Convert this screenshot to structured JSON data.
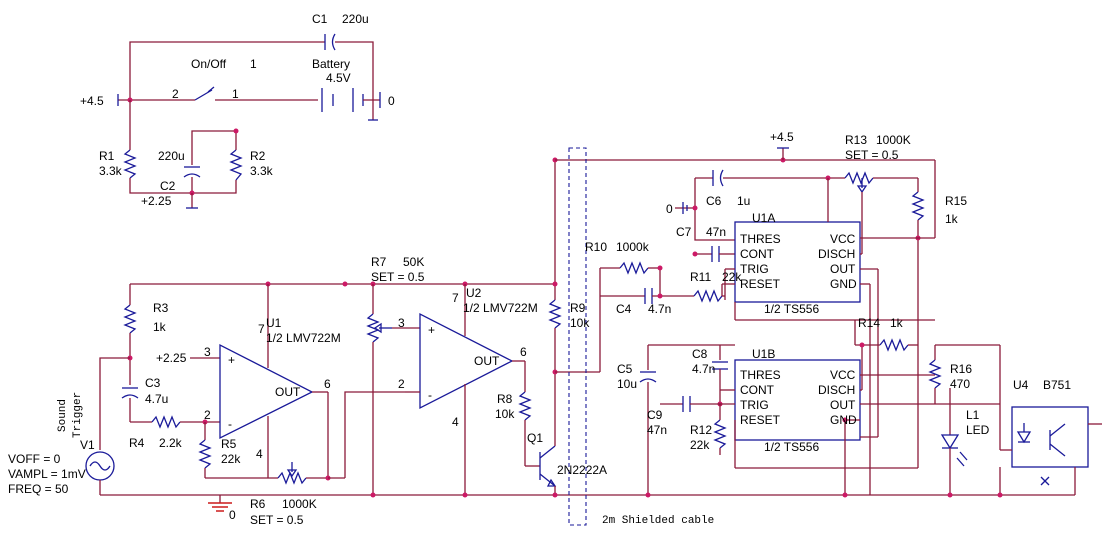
{
  "labels": {
    "c1_ref": "C1",
    "c1_val": "220u",
    "switch_name": "On/Off",
    "switch_pin_top": "1",
    "sw_pin2": "2",
    "sw_pin1": "1",
    "battery_name": "Battery",
    "battery_val": "4.5V",
    "batt_gnd": "0",
    "vplus_left": "+4.5",
    "r1_ref": "R1",
    "r1_val": "3.3k",
    "c2_val": "220u",
    "c2_ref": "C2",
    "bias_net": "+2.25",
    "r2_ref": "R2",
    "r2_val": "3.3k",
    "vplus_right": "+4.5",
    "r13_ref": "R13",
    "r13_val": "1000K",
    "r13_set": "SET = 0.5",
    "c6_ref": "C6",
    "c6_val": "1u",
    "c6_gnd": "0",
    "r15_ref": "R15",
    "r15_val": "1k",
    "c7_ref": "C7",
    "c7_val": "47n",
    "u1a_ref": "U1A",
    "u1a_part": "1/2 TS556",
    "pin_thres": "THRES",
    "pin_vcc": "VCC",
    "pin_cont": "CONT",
    "pin_disch": "DISCH",
    "pin_trig": "TRIG",
    "pin_out": "OUT",
    "pin_reset": "RESET",
    "pin_gnd": "GND",
    "r10_ref": "R10",
    "r10_val": "1000k",
    "r11_ref": "R11",
    "r11_val": "22k",
    "c4_ref": "C4",
    "c4_val": "4.7n",
    "r7_ref": "R7",
    "r7_val": "50K",
    "r7_set": "SET = 0.5",
    "u2_ref": "U2",
    "u2_part": "1/2 LMV722M",
    "r9_ref": "R9",
    "r9_val": "10k",
    "r3_ref": "R3",
    "r3_val": "1k",
    "u1_ref": "U1",
    "u1_part": "1/2 LMV722M",
    "r14_ref": "R14",
    "r14_val": "1k",
    "u1b_ref": "U1B",
    "u1b_part": "1/2 TS556",
    "c5_ref": "C5",
    "c5_val": "10u",
    "c8_ref": "C8",
    "c8_val": "4.7n",
    "c9_ref": "C9",
    "c9_val": "47n",
    "r12_ref": "R12",
    "r12_val": "22k",
    "r16_ref": "R16",
    "r16_val": "470",
    "l1_ref": "L1",
    "l1_val": "LED",
    "u4_ref": "U4",
    "u4_part": "B751",
    "c3_ref": "C3",
    "c3_val": "4.7u",
    "r4_ref": "R4",
    "r4_val": "2.2k",
    "r5_ref": "R5",
    "r5_val": "22k",
    "r8_ref": "R8",
    "r8_val": "10k",
    "q1_ref": "Q1",
    "q1_part": "2N2222A",
    "v1_ref": "V1",
    "v1_voff": "VOFF = 0",
    "v1_vampl": "VAMPL = 1mV",
    "v1_freq": "FREQ = 50",
    "sound_trigger_1": "Sound",
    "sound_trigger_2": "Trigger",
    "r6_ref": "R6",
    "r6_val": "1000K",
    "r6_set": "SET = 0.5",
    "gnd_label": "0",
    "plus_sign": "+",
    "minus_sign": "-",
    "out_label": "OUT",
    "u1_pin3": "3",
    "u1_pin2": "2",
    "u1_pin6": "6",
    "u1_pin4": "4",
    "u1_pin7": "7",
    "u2_pin3": "3",
    "u2_pin2": "2",
    "u2_pin6": "6",
    "u2_pin4": "4",
    "u2_pin7": "7",
    "shield_label": "2m Shielded cable"
  }
}
